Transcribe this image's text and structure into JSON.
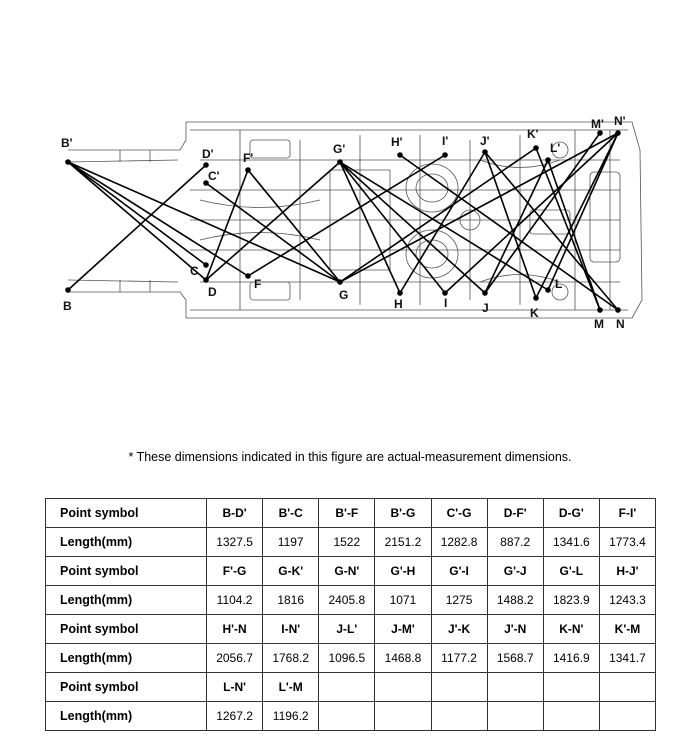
{
  "diagram": {
    "points": [
      {
        "id": "B'",
        "label": "B'"
      },
      {
        "id": "B",
        "label": "B"
      },
      {
        "id": "C",
        "label": "C"
      },
      {
        "id": "C'",
        "label": "C'"
      },
      {
        "id": "D",
        "label": "D"
      },
      {
        "id": "D'",
        "label": "D'"
      },
      {
        "id": "F",
        "label": "F"
      },
      {
        "id": "F'",
        "label": "F'"
      },
      {
        "id": "G",
        "label": "G"
      },
      {
        "id": "G'",
        "label": "G'"
      },
      {
        "id": "H",
        "label": "H"
      },
      {
        "id": "H'",
        "label": "H'"
      },
      {
        "id": "I",
        "label": "I"
      },
      {
        "id": "I'",
        "label": "I'"
      },
      {
        "id": "J",
        "label": "J"
      },
      {
        "id": "J'",
        "label": "J'"
      },
      {
        "id": "K",
        "label": "K"
      },
      {
        "id": "K'",
        "label": "K'"
      },
      {
        "id": "L",
        "label": "L"
      },
      {
        "id": "L'",
        "label": "L'"
      },
      {
        "id": "M",
        "label": "M"
      },
      {
        "id": "M'",
        "label": "M'"
      },
      {
        "id": "N",
        "label": "N"
      },
      {
        "id": "N'",
        "label": "N'"
      }
    ],
    "connections": [
      [
        "B'",
        "D"
      ],
      [
        "B'",
        "C"
      ],
      [
        "B'",
        "F"
      ],
      [
        "B'",
        "G"
      ],
      [
        "B",
        "D'"
      ],
      [
        "C'",
        "G"
      ],
      [
        "D",
        "F'"
      ],
      [
        "D",
        "G'"
      ],
      [
        "F",
        "I'"
      ],
      [
        "F'",
        "G"
      ],
      [
        "G",
        "K'"
      ],
      [
        "G",
        "N'"
      ],
      [
        "G'",
        "H"
      ],
      [
        "G'",
        "I"
      ],
      [
        "G'",
        "J"
      ],
      [
        "G'",
        "L"
      ],
      [
        "H",
        "J'"
      ],
      [
        "H'",
        "N"
      ],
      [
        "I",
        "N'"
      ],
      [
        "J",
        "L'"
      ],
      [
        "J",
        "M'"
      ],
      [
        "J'",
        "K"
      ],
      [
        "J'",
        "N"
      ],
      [
        "K",
        "N'"
      ],
      [
        "K'",
        "M"
      ],
      [
        "L",
        "N'"
      ],
      [
        "L'",
        "M"
      ]
    ]
  },
  "note": "*  These dimensions indicated in this figure are actual-measurement dimensions.",
  "table": {
    "row_labels": {
      "symbol": "Point symbol",
      "length": "Length(mm)"
    },
    "groups": [
      {
        "symbols": [
          "B-D'",
          "B'-C",
          "B'-F",
          "B'-G",
          "C'-G",
          "D-F'",
          "D-G'",
          "F-I'"
        ],
        "lengths": [
          "1327.5",
          "1197",
          "1522",
          "2151.2",
          "1282.8",
          "887.2",
          "1341.6",
          "1773.4"
        ]
      },
      {
        "symbols": [
          "F'-G",
          "G-K'",
          "G-N'",
          "G'-H",
          "G'-I",
          "G'-J",
          "G'-L",
          "H-J'"
        ],
        "lengths": [
          "1104.2",
          "1816",
          "2405.8",
          "1071",
          "1275",
          "1488.2",
          "1823.9",
          "1243.3"
        ]
      },
      {
        "symbols": [
          "H'-N",
          "I-N'",
          "J-L'",
          "J-M'",
          "J'-K",
          "J'-N",
          "K-N'",
          "K'-M"
        ],
        "lengths": [
          "2056.7",
          "1768.2",
          "1096.5",
          "1468.8",
          "1177.2",
          "1568.7",
          "1416.9",
          "1341.7"
        ]
      },
      {
        "symbols": [
          "L-N'",
          "L'-M",
          "",
          "",
          "",
          "",
          "",
          ""
        ],
        "lengths": [
          "1267.2",
          "1196.2",
          "",
          "",
          "",
          "",
          "",
          ""
        ]
      }
    ]
  }
}
